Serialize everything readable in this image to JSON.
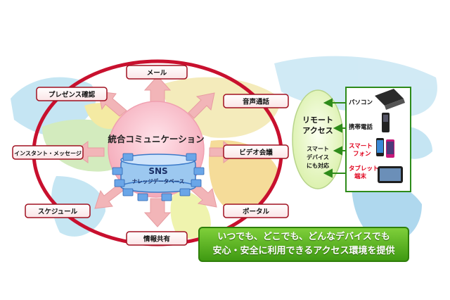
{
  "colors": {
    "ellipse": "#c8102e",
    "box_border": "#a01020",
    "arrow": "#f2b5b8",
    "center": "#f7b8c4",
    "green_banner": "#4caf1e",
    "device_border": "#2e8b1a",
    "remote_ellipse": "#e9f7c8",
    "red_text": "#e0001b"
  },
  "center": {
    "title": "統合コミュニケーション"
  },
  "sns": {
    "title": "SNS",
    "subtitle": "ナレッジデータベース"
  },
  "services": {
    "mail": "メール",
    "presence": "プレゼンス確認",
    "voice": "音声通話",
    "instant": "インスタント・メッセージ",
    "video": "ビデオ会議",
    "schedule": "スケジュール",
    "portal": "ポータル",
    "info": "情報共有"
  },
  "remote": {
    "line1": "リモート",
    "line2": "アクセス",
    "sub1": "スマート",
    "sub2": "デバイス",
    "sub3": "にも対応"
  },
  "devices": {
    "pc": "パソコン",
    "mobile": "携帯電話",
    "smartphone1": "スマート",
    "smartphone2": "フォン",
    "tablet1": "タブレット",
    "tablet2": "端末"
  },
  "banner": {
    "line1": "いつでも、どこでも、どんなデバイスでも",
    "line2": "安心・安全に利用できるアクセス環境を提供"
  }
}
